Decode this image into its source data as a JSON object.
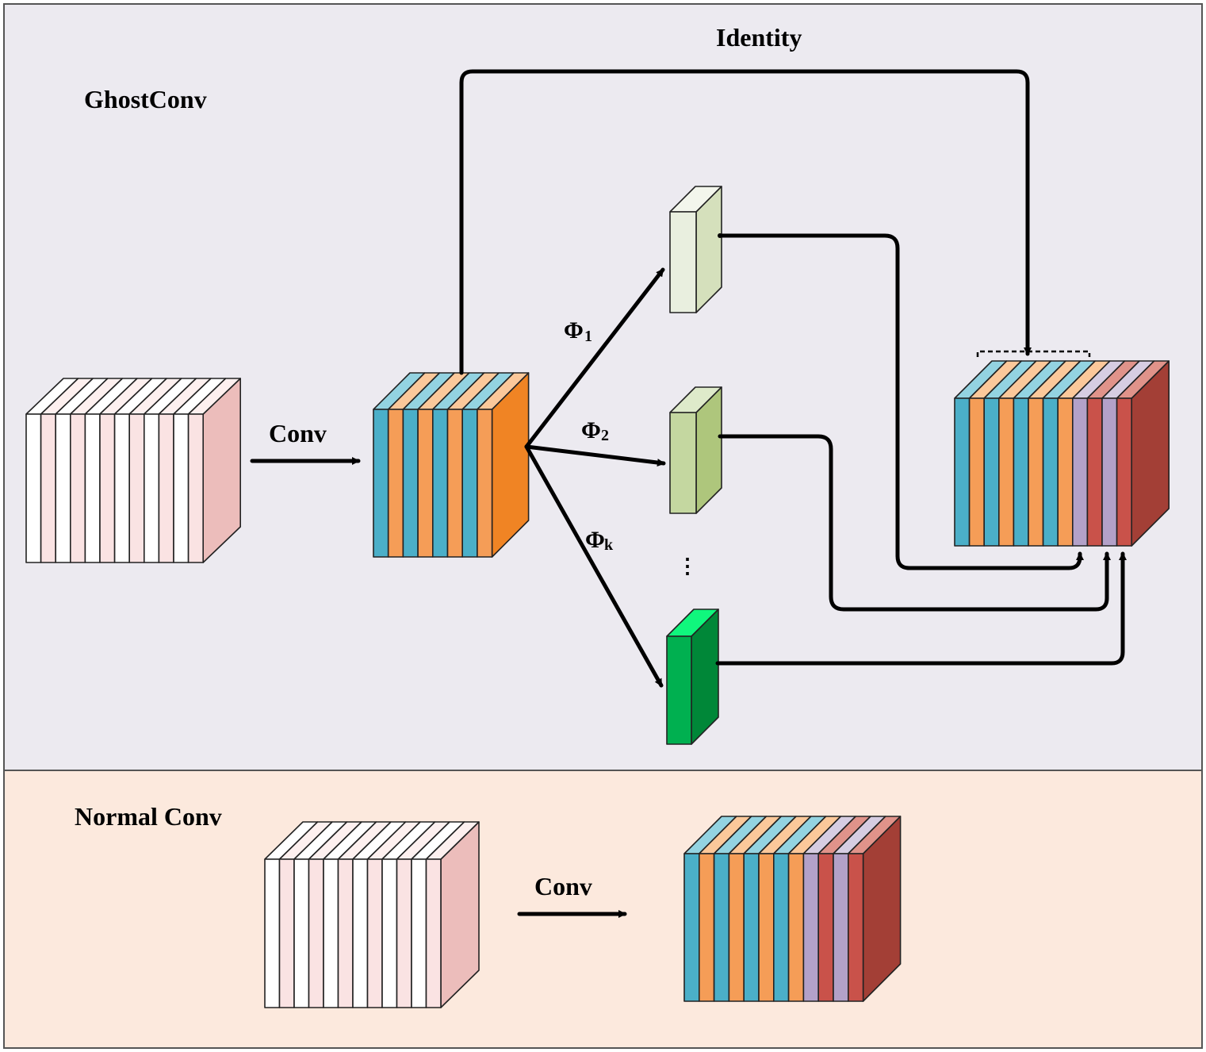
{
  "sections": {
    "ghost": {
      "title": "GhostConv",
      "background": "#eceaf0"
    },
    "normal": {
      "title": "Normal Conv",
      "background": "#fce9dd"
    }
  },
  "labels": {
    "identity": "Identity",
    "conv_top": "Conv",
    "conv_bottom": "Conv",
    "phi": "Φ",
    "phi1_sub": "1",
    "phi2_sub": "2",
    "phik_sub": "k",
    "ellipsis": "⋮"
  },
  "palette": {
    "input_front": [
      "#ffffff",
      "#fae3e3"
    ],
    "input_top": [
      "#ffffff",
      "#fdf0ef"
    ],
    "input_side": "#ecbdbb",
    "intrinsic_front": [
      "#4bafc8",
      "#f59d57"
    ],
    "intrinsic_top": [
      "#93d3e1",
      "#fbc89a"
    ],
    "intrinsic_side": "#f08424",
    "ghost_front": [
      "#b3a1c8",
      "#c9524a"
    ],
    "ghost_top": [
      "#d6cde2",
      "#e0938a"
    ],
    "output_side": "#a33f36",
    "phi1": {
      "front": "#e9efdf",
      "top": "#f3f6ec",
      "side": "#d5e0bc"
    },
    "phi2": {
      "front": "#c4d7a0",
      "top": "#deeaca",
      "side": "#aec67c"
    },
    "phik": {
      "front": "#00b050",
      "top": "#10f77d",
      "side": "#008738"
    },
    "arrow": "#000000"
  },
  "blocks": {
    "ghost_input": {
      "name": "input-feature-map",
      "slices": 12,
      "pattern": "input"
    },
    "intrinsic": {
      "name": "intrinsic-feature-map",
      "slices": 8,
      "pattern": "intrinsic"
    },
    "phi1_map": {
      "name": "ghost-map-phi1",
      "pattern": "phi1"
    },
    "phi2_map": {
      "name": "ghost-map-phi2",
      "pattern": "phi2"
    },
    "phik_map": {
      "name": "ghost-map-phik",
      "pattern": "phik"
    },
    "ghost_output": {
      "name": "output-feature-map",
      "intrinsic_slices": 8,
      "ghost_slices": 4
    },
    "normal_input": {
      "name": "normal-input-feature-map",
      "slices": 12,
      "pattern": "input"
    },
    "normal_output": {
      "name": "normal-output-feature-map",
      "intrinsic_slices": 8,
      "ghost_slices": 4
    }
  }
}
